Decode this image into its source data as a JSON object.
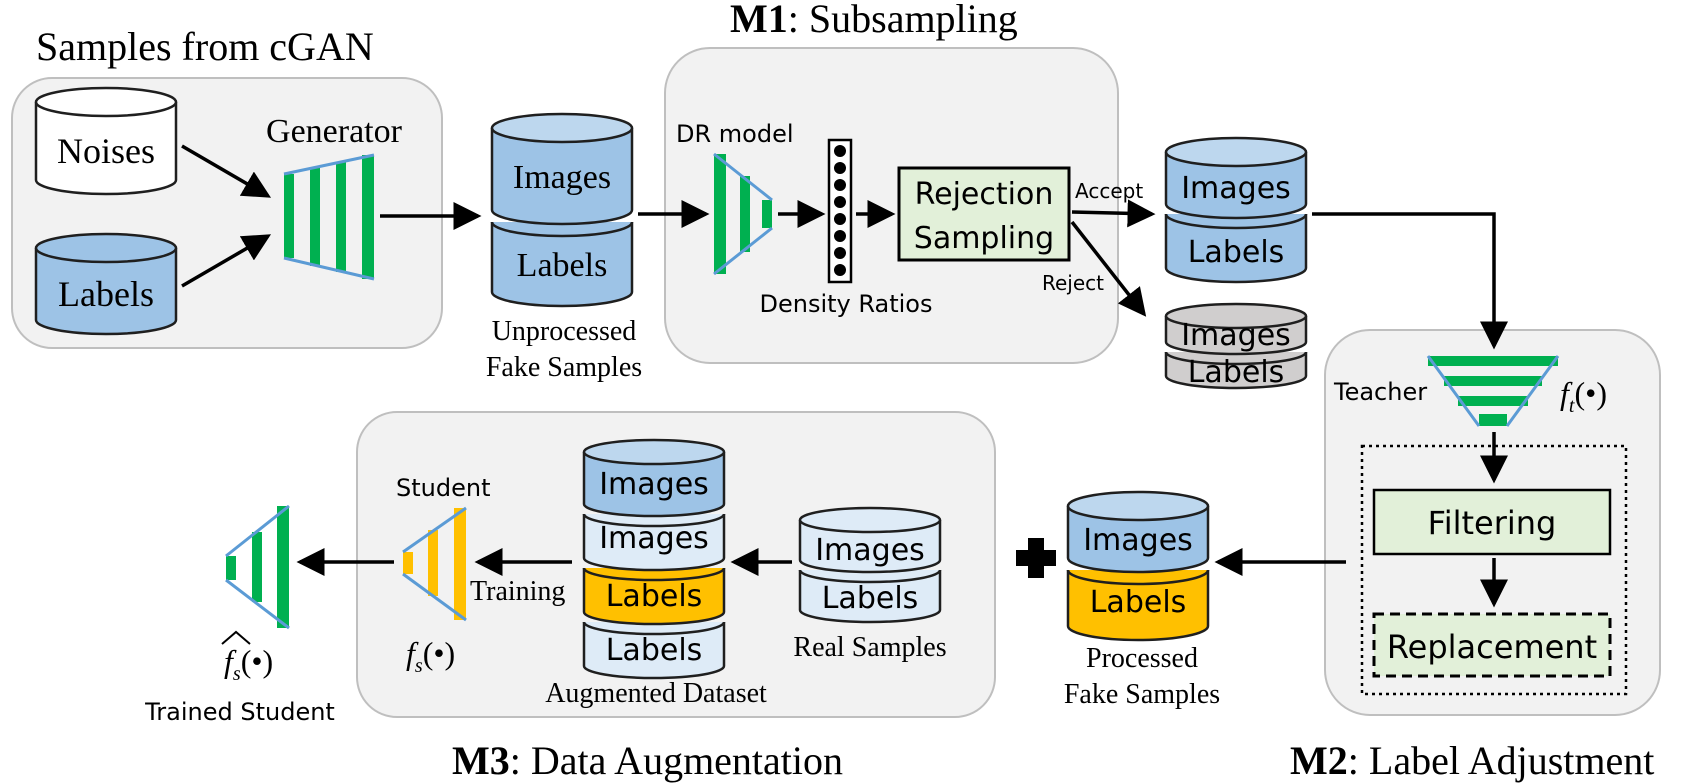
{
  "colors": {
    "panel_fill": "#f2f2f2",
    "panel_stroke": "#bfbfbf",
    "blue_fill": "#9dc3e6",
    "light_blue_fill": "#deebf7",
    "orange_fill": "#ffc000",
    "gray_fill": "#d0cece",
    "white_fill": "#ffffff",
    "green": "#00b050",
    "light_green": "#e2f0d9",
    "net_outline": "#5b9bd5",
    "db_stroke": "#1f1f1f"
  },
  "cgan": {
    "title": "Samples from cGAN",
    "noises": "Noises",
    "labels": "Labels",
    "generator": "Generator"
  },
  "unprocessed": {
    "images": "Images",
    "labels": "Labels",
    "caption_line1": "Unprocessed",
    "caption_line2": "Fake Samples"
  },
  "m1": {
    "title_bold": "M1",
    "title_rest": ": Subsampling",
    "dr_model": "DR model",
    "density_ratios": "Density Ratios",
    "rejection_line1": "Rejection",
    "rejection_line2": "Sampling",
    "accept": "Accept",
    "reject": "Reject",
    "accepted_images": "Images",
    "accepted_labels": "Labels",
    "rejected_images": "Images",
    "rejected_labels": "Labels"
  },
  "m2": {
    "title_bold": "M2",
    "title_rest": ": Label Adjustment",
    "teacher": "Teacher",
    "teacher_func": "f",
    "teacher_sub": "t",
    "func_arg": "(•)",
    "filtering": "Filtering",
    "replacement": "Replacement"
  },
  "processed": {
    "images": "Images",
    "labels": "Labels",
    "caption_line1": "Processed",
    "caption_line2": "Fake Samples"
  },
  "m3": {
    "title_bold": "M3",
    "title_rest": ": Data Augmentation",
    "student": "Student",
    "student_func": "f",
    "student_sub": "s",
    "func_arg": "(•)",
    "training": "Training",
    "aug_images_1": "Images",
    "aug_images_2": "Images",
    "aug_labels_1": "Labels",
    "aug_labels_2": "Labels",
    "aug_caption": "Augmented Dataset",
    "real_images": "Images",
    "real_labels": "Labels",
    "real_caption": "Real Samples"
  },
  "trained": {
    "func": "f",
    "sub": "s",
    "func_arg": "(•)",
    "caption": "Trained Student"
  }
}
